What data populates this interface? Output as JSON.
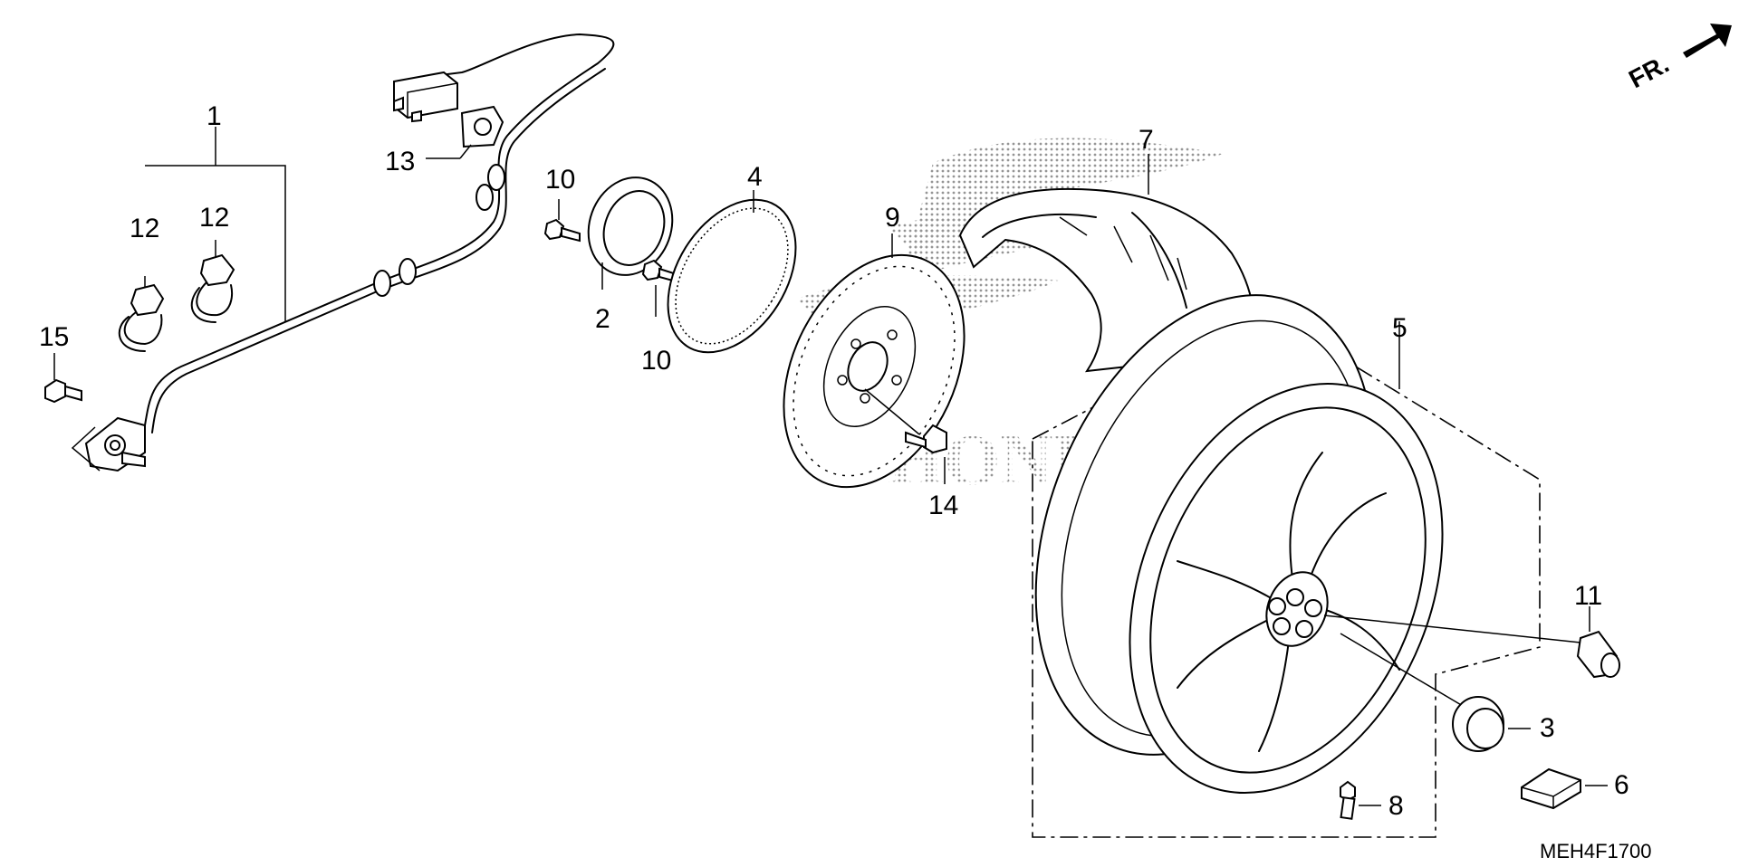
{
  "direction_label": "FR.",
  "diagram_code": "MEH4F1700",
  "callouts": {
    "c1": "1",
    "c2": "2",
    "c3": "3",
    "c4": "4",
    "c5": "5",
    "c6": "6",
    "c7": "7",
    "c8": "8",
    "c9": "9",
    "c10a": "10",
    "c10b": "10",
    "c11": "11",
    "c12a": "12",
    "c12b": "12",
    "c13": "13",
    "c14": "14",
    "c15": "15"
  },
  "watermark_text": "HONDA",
  "colors": {
    "line": "#000000",
    "background": "#ffffff",
    "watermark": "#9a9a9a"
  }
}
